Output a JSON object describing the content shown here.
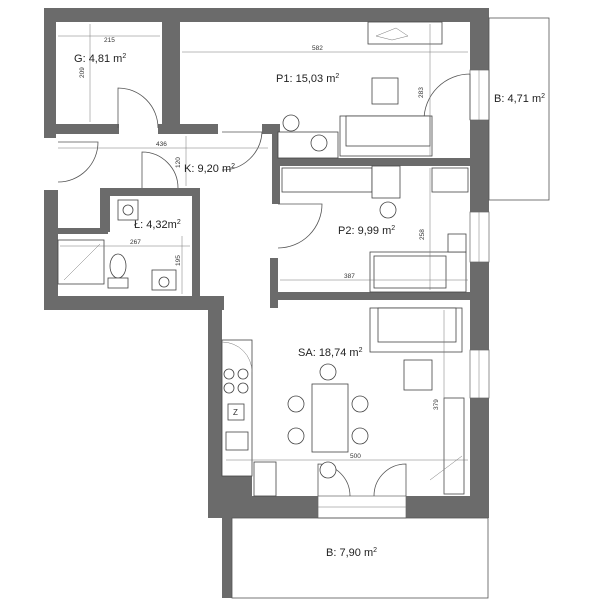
{
  "rooms": {
    "g": {
      "name": "G",
      "area": "4,81",
      "unit": "m"
    },
    "p1": {
      "name": "P1",
      "area": "15,03",
      "unit": "m"
    },
    "b_right": {
      "name": "B",
      "area": "4,71",
      "unit": "m"
    },
    "k": {
      "name": "K",
      "area": "9,20",
      "unit": "m"
    },
    "l": {
      "name": "Ł",
      "area": "4,32",
      "unit": "m"
    },
    "p2": {
      "name": "P2",
      "area": "9,99",
      "unit": "m"
    },
    "sa": {
      "name": "SA",
      "area": "18,74",
      "unit": "m"
    },
    "b_bottom": {
      "name": "B",
      "area": "7,90",
      "unit": "m"
    }
  },
  "squared": "2",
  "dimensions": {
    "g_width": "215",
    "g_height": "209",
    "p1_width": "582",
    "p1_height": "283",
    "k_width": "436",
    "k_small": "120",
    "l_width": "267",
    "l_height": "195",
    "p2_height": "258",
    "p2_width": "387",
    "sa_height": "379",
    "sa_width": "500"
  },
  "appliances": {
    "fridge_mark": "Z"
  },
  "colors": {
    "wall": "#6b6b6b",
    "background": "#ffffff",
    "line": "#555555"
  }
}
